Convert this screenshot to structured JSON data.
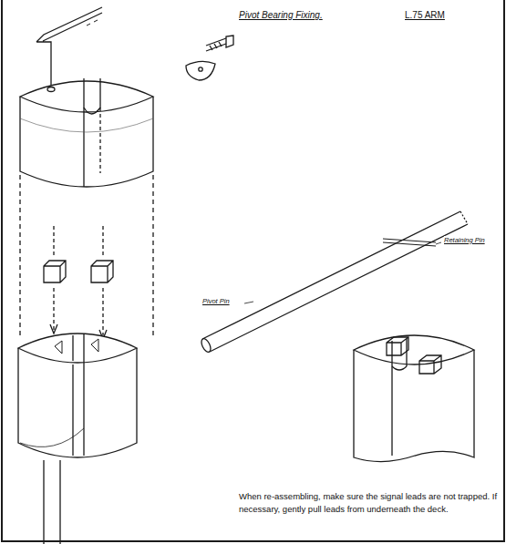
{
  "diagram": {
    "title": "Pivot Bearing Fixing.",
    "labels": [
      "L.75 ARM",
      "Retaining Pin",
      "Pivot Pin",
      "When re-assembling, make sure the signal leads are not trapped. If necessary, gently pull leads from underneath the deck."
    ]
  }
}
